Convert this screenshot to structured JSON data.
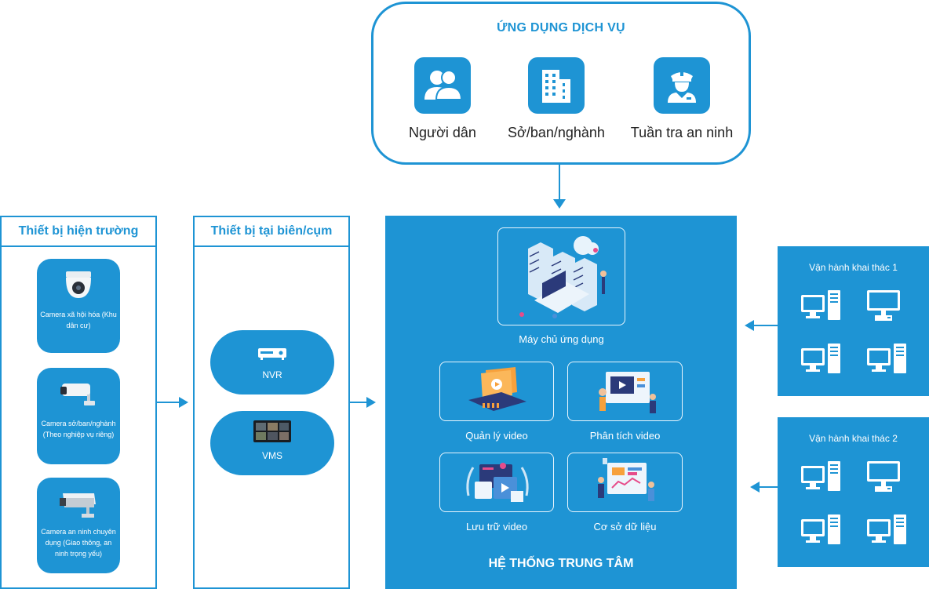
{
  "services": {
    "title": "ỨNG DỤNG DỊCH VỤ",
    "items": [
      {
        "label": "Người dân",
        "icon": "users-icon"
      },
      {
        "label": "Sở/ban/nghành",
        "icon": "building-icon"
      },
      {
        "label": "Tuần tra an ninh",
        "icon": "police-officer-icon"
      }
    ]
  },
  "field_devices": {
    "title": "Thiết bị hiện trường",
    "cameras": [
      {
        "label": "Camera xã hội hóa (Khu dân cư)",
        "icon": "dome-camera-icon"
      },
      {
        "label": "Camera sở/ban/nghành (Theo nghiệp vụ riêng)",
        "icon": "bullet-camera-icon"
      },
      {
        "label": "Camera an ninh chuyên dụng (Giao thông, an ninh trọng yếu)",
        "icon": "box-camera-icon"
      }
    ]
  },
  "edge_devices": {
    "title": "Thiết bị tại biên/cụm",
    "items": [
      {
        "label": "NVR",
        "icon": "nvr-icon"
      },
      {
        "label": "VMS",
        "icon": "vms-screen-icon"
      }
    ]
  },
  "central": {
    "title": "HỆ THỐNG TRUNG TÂM",
    "app_server": {
      "label": "Máy chủ ứng dụng",
      "icon": "server-illustration-icon"
    },
    "modules": [
      {
        "label": "Quản lý video",
        "icon": "video-management-icon"
      },
      {
        "label": "Phân tích video",
        "icon": "video-analytics-icon"
      },
      {
        "label": "Lưu trữ video",
        "icon": "video-storage-icon"
      },
      {
        "label": "Cơ sở dữ liệu",
        "icon": "database-dashboard-icon"
      }
    ]
  },
  "operations": [
    {
      "title": "Vận hành khai thác 1",
      "icon": "workstation-icon"
    },
    {
      "title": "Vận hành khai thác 2",
      "icon": "workstation-icon"
    }
  ],
  "colors": {
    "accent": "#1e94d4",
    "light": "#e8f5fd",
    "orange": "#f7a13c",
    "navy": "#2b3a7a"
  }
}
